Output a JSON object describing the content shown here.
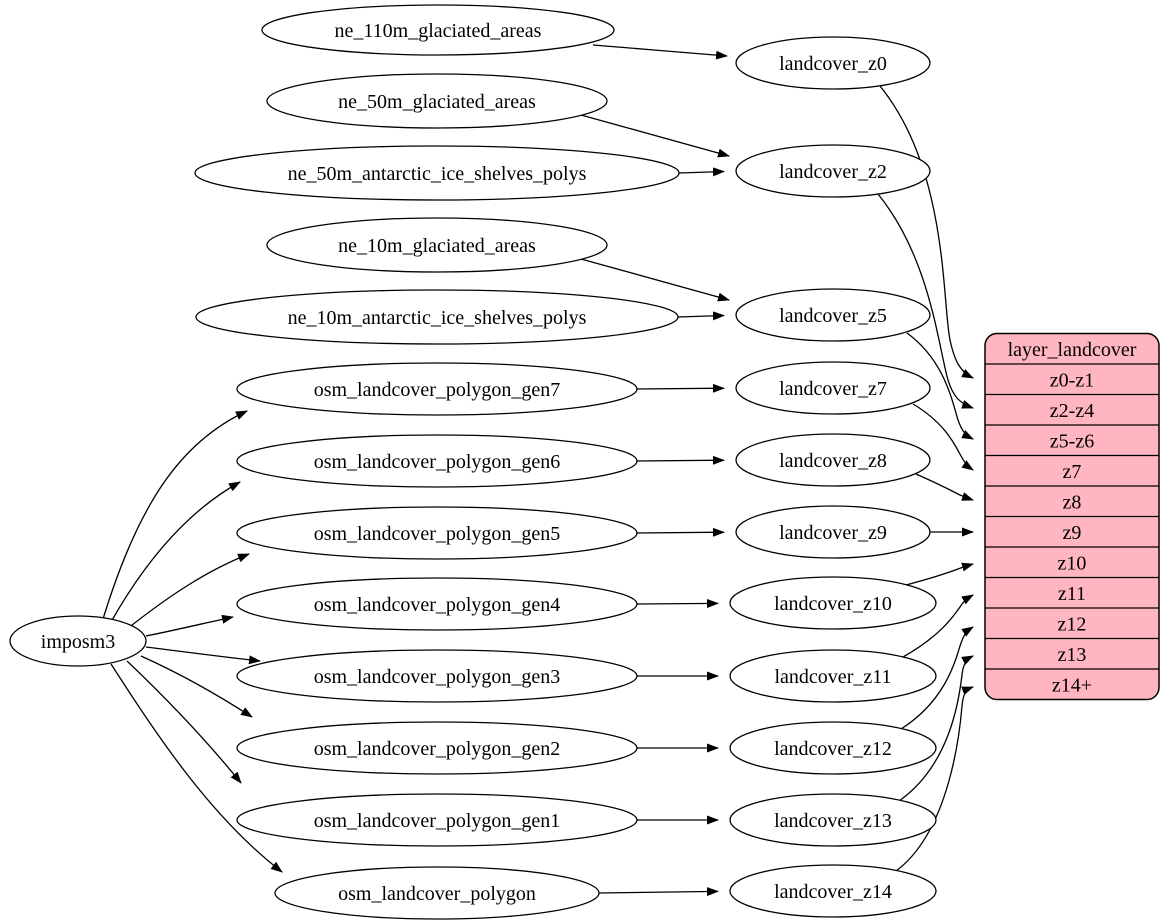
{
  "diagram": {
    "type": "flow-diagram",
    "background": "#ffffff",
    "colors": {
      "node_fill": "#ffffff",
      "node_stroke": "#000000",
      "edge_color": "#000000",
      "table_fill": "#ffb6c1",
      "table_stroke": "#000000",
      "text_color": "#000000"
    },
    "nodes": [
      {
        "id": "imposm3",
        "label": "imposm3"
      },
      {
        "id": "ne_110m_glaciated_areas",
        "label": "ne_110m_glaciated_areas"
      },
      {
        "id": "ne_50m_glaciated_areas",
        "label": "ne_50m_glaciated_areas"
      },
      {
        "id": "ne_50m_antarctic_ice_shelves_polys",
        "label": "ne_50m_antarctic_ice_shelves_polys"
      },
      {
        "id": "ne_10m_glaciated_areas",
        "label": "ne_10m_glaciated_areas"
      },
      {
        "id": "ne_10m_antarctic_ice_shelves_polys",
        "label": "ne_10m_antarctic_ice_shelves_polys"
      },
      {
        "id": "osm_landcover_polygon_gen7",
        "label": "osm_landcover_polygon_gen7"
      },
      {
        "id": "osm_landcover_polygon_gen6",
        "label": "osm_landcover_polygon_gen6"
      },
      {
        "id": "osm_landcover_polygon_gen5",
        "label": "osm_landcover_polygon_gen5"
      },
      {
        "id": "osm_landcover_polygon_gen4",
        "label": "osm_landcover_polygon_gen4"
      },
      {
        "id": "osm_landcover_polygon_gen3",
        "label": "osm_landcover_polygon_gen3"
      },
      {
        "id": "osm_landcover_polygon_gen2",
        "label": "osm_landcover_polygon_gen2"
      },
      {
        "id": "osm_landcover_polygon_gen1",
        "label": "osm_landcover_polygon_gen1"
      },
      {
        "id": "osm_landcover_polygon",
        "label": "osm_landcover_polygon"
      },
      {
        "id": "landcover_z0",
        "label": "landcover_z0"
      },
      {
        "id": "landcover_z2",
        "label": "landcover_z2"
      },
      {
        "id": "landcover_z5",
        "label": "landcover_z5"
      },
      {
        "id": "landcover_z7",
        "label": "landcover_z7"
      },
      {
        "id": "landcover_z8",
        "label": "landcover_z8"
      },
      {
        "id": "landcover_z9",
        "label": "landcover_z9"
      },
      {
        "id": "landcover_z10",
        "label": "landcover_z10"
      },
      {
        "id": "landcover_z11",
        "label": "landcover_z11"
      },
      {
        "id": "landcover_z12",
        "label": "landcover_z12"
      },
      {
        "id": "landcover_z13",
        "label": "landcover_z13"
      },
      {
        "id": "landcover_z14",
        "label": "landcover_z14"
      }
    ],
    "table": {
      "id": "layer_landcover",
      "title": "layer_landcover",
      "rows": [
        "z0-z1",
        "z2-z4",
        "z5-z6",
        "z7",
        "z8",
        "z9",
        "z10",
        "z11",
        "z12",
        "z13",
        "z14+"
      ]
    },
    "edges": [
      {
        "from": "ne_110m_glaciated_areas",
        "to": "landcover_z0"
      },
      {
        "from": "ne_50m_glaciated_areas",
        "to": "landcover_z2"
      },
      {
        "from": "ne_50m_antarctic_ice_shelves_polys",
        "to": "landcover_z2"
      },
      {
        "from": "ne_10m_glaciated_areas",
        "to": "landcover_z5"
      },
      {
        "from": "ne_10m_antarctic_ice_shelves_polys",
        "to": "landcover_z5"
      },
      {
        "from": "imposm3",
        "to": "osm_landcover_polygon_gen7"
      },
      {
        "from": "imposm3",
        "to": "osm_landcover_polygon_gen6"
      },
      {
        "from": "imposm3",
        "to": "osm_landcover_polygon_gen5"
      },
      {
        "from": "imposm3",
        "to": "osm_landcover_polygon_gen4"
      },
      {
        "from": "imposm3",
        "to": "osm_landcover_polygon_gen3"
      },
      {
        "from": "imposm3",
        "to": "osm_landcover_polygon_gen2"
      },
      {
        "from": "imposm3",
        "to": "osm_landcover_polygon_gen1"
      },
      {
        "from": "imposm3",
        "to": "osm_landcover_polygon"
      },
      {
        "from": "osm_landcover_polygon_gen7",
        "to": "landcover_z7"
      },
      {
        "from": "osm_landcover_polygon_gen6",
        "to": "landcover_z8"
      },
      {
        "from": "osm_landcover_polygon_gen5",
        "to": "landcover_z9"
      },
      {
        "from": "osm_landcover_polygon_gen4",
        "to": "landcover_z10"
      },
      {
        "from": "osm_landcover_polygon_gen3",
        "to": "landcover_z11"
      },
      {
        "from": "osm_landcover_polygon_gen2",
        "to": "landcover_z12"
      },
      {
        "from": "osm_landcover_polygon_gen1",
        "to": "landcover_z13"
      },
      {
        "from": "osm_landcover_polygon",
        "to": "landcover_z14"
      },
      {
        "from": "landcover_z0",
        "to": "layer_landcover.z0-z1"
      },
      {
        "from": "landcover_z2",
        "to": "layer_landcover.z2-z4"
      },
      {
        "from": "landcover_z5",
        "to": "layer_landcover.z5-z6"
      },
      {
        "from": "landcover_z7",
        "to": "layer_landcover.z7"
      },
      {
        "from": "landcover_z8",
        "to": "layer_landcover.z8"
      },
      {
        "from": "landcover_z9",
        "to": "layer_landcover.z9"
      },
      {
        "from": "landcover_z10",
        "to": "layer_landcover.z10"
      },
      {
        "from": "landcover_z11",
        "to": "layer_landcover.z11"
      },
      {
        "from": "landcover_z12",
        "to": "layer_landcover.z12"
      },
      {
        "from": "landcover_z13",
        "to": "layer_landcover.z13"
      },
      {
        "from": "landcover_z14",
        "to": "layer_landcover.z14+"
      }
    ]
  }
}
